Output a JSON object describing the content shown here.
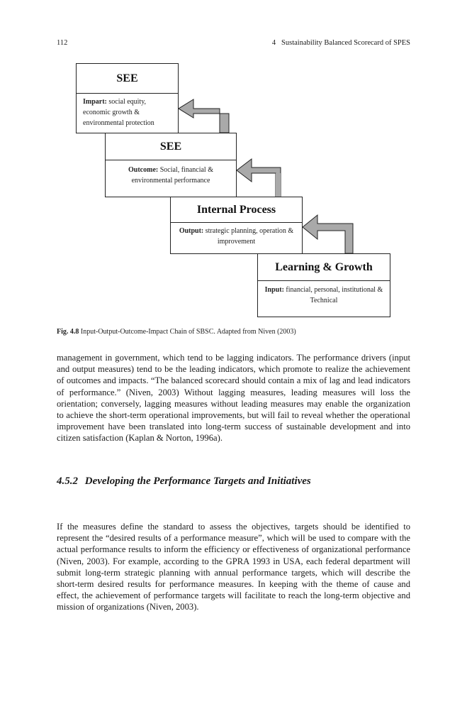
{
  "header": {
    "page_number": "112",
    "running_title": "4   Sustainability Balanced Scorecard of SPES"
  },
  "figure": {
    "boxes": [
      {
        "title": "SEE",
        "label": "Impart:",
        "text": " social equity, economic growth & environmental protection"
      },
      {
        "title": "SEE",
        "label": "Outcome:",
        "text": " Social, financial & environmental performance"
      },
      {
        "title": "Internal Process",
        "label": "Output:",
        "text": " strategic planning, operation & improvement"
      },
      {
        "title": "Learning & Growth",
        "label": "Input:",
        "text": " financial, personal, institutional & Technical"
      }
    ],
    "caption_label": "Fig. 4.8",
    "caption_text": "Input-Output-Outcome-Impact Chain of SBSC. Adapted from Niven (2003)",
    "arrow_color": "#a9a9a9"
  },
  "body": {
    "paragraph_1": "management in government, which tend to be lagging indicators. The performance drivers (input and output measures) tend to be the leading indicators, which promote to realize the achievement of outcomes and impacts. “The balanced scorecard should contain a mix of lag and lead indicators of performance.” (Niven, 2003) Without lagging measures, leading measures will loss the orientation; conversely, lagging measures without leading measures may enable the organization to achieve the short-term operational improvements, but will fail to reveal whether the operational improvement have been translated into long-term success of sustainable development and into citizen satisfaction (Kaplan & Norton, 1996a).",
    "section_number": "4.5.2",
    "section_title": "Developing the Performance Targets and Initiatives",
    "paragraph_2": "If the measures define the standard to assess the objectives, targets should be identified to represent the “desired results of a performance measure”, which will be used to compare with the actual performance results to inform the efficiency or effectiveness of organizational performance (Niven, 2003). For example, according to the GPRA 1993 in USA, each federal department will submit long-term strategic planning with annual performance targets, which will describe the short-term desired results for performance measures. In keeping with the theme of cause and effect, the achievement of performance targets will facilitate to reach the long-term objective and mission of organizations (Niven, 2003)."
  }
}
